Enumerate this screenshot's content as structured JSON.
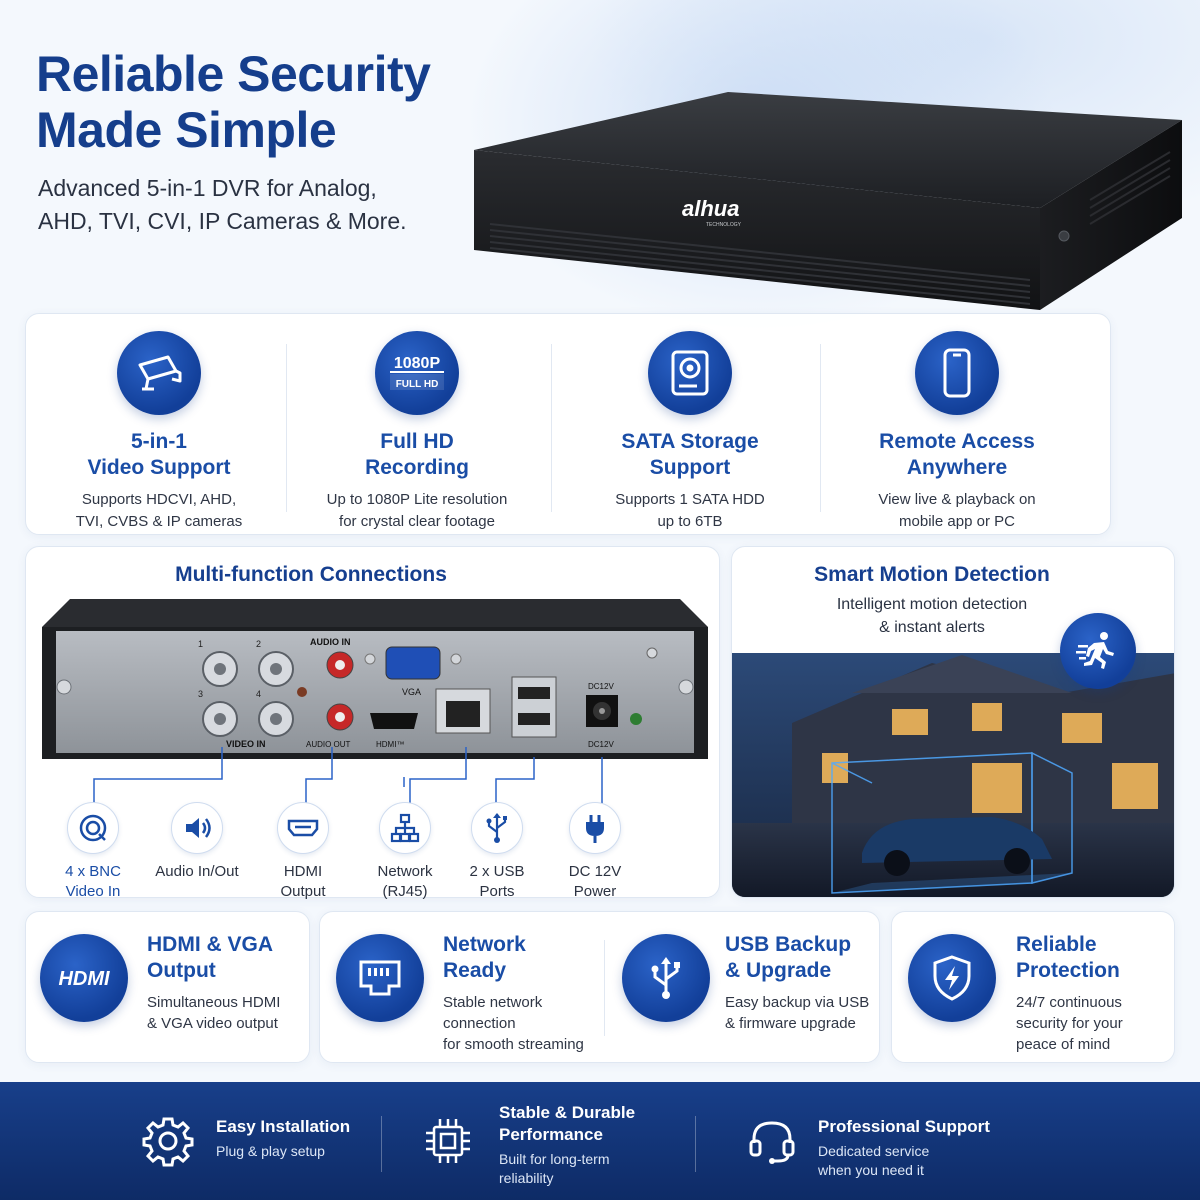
{
  "hero": {
    "title_line1": "Reliable Security",
    "title_line2": "Made Simple",
    "subtitle_line1": "Advanced 5-in-1 DVR for Analog,",
    "subtitle_line2": "AHD, TVI, CVI, IP Cameras & More.",
    "brand_logo": "alhua",
    "brand_sub": "TECHNOLOGY"
  },
  "features": [
    {
      "icon": "camera-icon",
      "title_line1": "5-in-1",
      "title_line2": "Video Support",
      "desc_line1": "Supports HDCVI, AHD,",
      "desc_line2": "TVI, CVBS & IP cameras"
    },
    {
      "icon": "full-hd-badge-icon",
      "badge_top": "1080P",
      "badge_bottom": "FULL HD",
      "title_line1": "Full HD",
      "title_line2": "Recording",
      "desc_line1": "Up to 1080P Lite resolution",
      "desc_line2": "for crystal clear footage"
    },
    {
      "icon": "hard-drive-icon",
      "title_line1": "SATA Storage",
      "title_line2": "Support",
      "desc_line1": "Supports 1 SATA HDD",
      "desc_line2": "up to 6TB"
    },
    {
      "icon": "smartphone-icon",
      "title_line1": "Remote Access",
      "title_line2": "Anywhere",
      "desc_line1": "View live & playback on",
      "desc_line2": "mobile app or PC"
    }
  ],
  "connections": {
    "title": "Multi-function Connections",
    "panel_labels": {
      "audio_in": "AUDIO IN",
      "vga": "VGA",
      "video_in": "VIDEO IN",
      "audio_out": "AUDIO OUT",
      "hdmi": "HDMI™",
      "dc_top": "DC12V",
      "dc_bottom": "DC12V",
      "bnc_1": "1",
      "bnc_2": "2",
      "bnc_3": "3",
      "bnc_4": "4"
    },
    "ports": [
      {
        "icon": "bnc-connector-icon",
        "line1": "4 x BNC",
        "line2": "Video In"
      },
      {
        "icon": "speaker-icon",
        "line1": "Audio In/Out",
        "line2": ""
      },
      {
        "icon": "hdmi-port-icon",
        "line1": "HDMI",
        "line2": "Output"
      },
      {
        "icon": "network-icon",
        "line1": "Network",
        "line2": "(RJ45)"
      },
      {
        "icon": "usb-icon",
        "line1": "2 x USB",
        "line2": "Ports"
      },
      {
        "icon": "power-plug-icon",
        "line1": "DC 12V",
        "line2": "Power"
      }
    ]
  },
  "motion": {
    "title": "Smart Motion Detection",
    "desc_line1": "Intelligent motion detection",
    "desc_line2": "& instant alerts"
  },
  "bottom_cards": [
    {
      "icon": "hdmi-logo-icon",
      "icon_text": "HDMI",
      "title_line1": "HDMI & VGA",
      "title_line2": "Output",
      "desc_line1": "Simultaneous HDMI",
      "desc_line2": "& VGA video output",
      "desc_line3": ""
    },
    {
      "icon": "ethernet-port-icon",
      "title_line1": "Network",
      "title_line2": "Ready",
      "desc_line1": "Stable network connection",
      "desc_line2": "for smooth streaming",
      "desc_line3": ""
    },
    {
      "icon": "usb-icon",
      "title_line1": "USB Backup",
      "title_line2": "& Upgrade",
      "desc_line1": "Easy backup via USB",
      "desc_line2": "& firmware upgrade",
      "desc_line3": ""
    },
    {
      "icon": "shield-icon",
      "title_line1": "Reliable",
      "title_line2": "Protection",
      "desc_line1": "24/7 continuous",
      "desc_line2": "security for your",
      "desc_line3": "peace of mind"
    }
  ],
  "footer": [
    {
      "icon": "gear-icon",
      "title_line1": "Easy Installation",
      "title_line2": "",
      "desc_line1": "Plug & play setup",
      "desc_line2": ""
    },
    {
      "icon": "chip-icon",
      "title_line1": "Stable & Durable",
      "title_line2": "Performance",
      "desc_line1": "Built for long-term",
      "desc_line2": "reliability"
    },
    {
      "icon": "headset-icon",
      "title_line1": "Professional Support",
      "title_line2": "",
      "desc_line1": "Dedicated service",
      "desc_line2": "when you need it"
    }
  ],
  "colors": {
    "primary_blue": "#153e8c",
    "accent_blue": "#1a4da6",
    "footer_blue": "#123577"
  }
}
